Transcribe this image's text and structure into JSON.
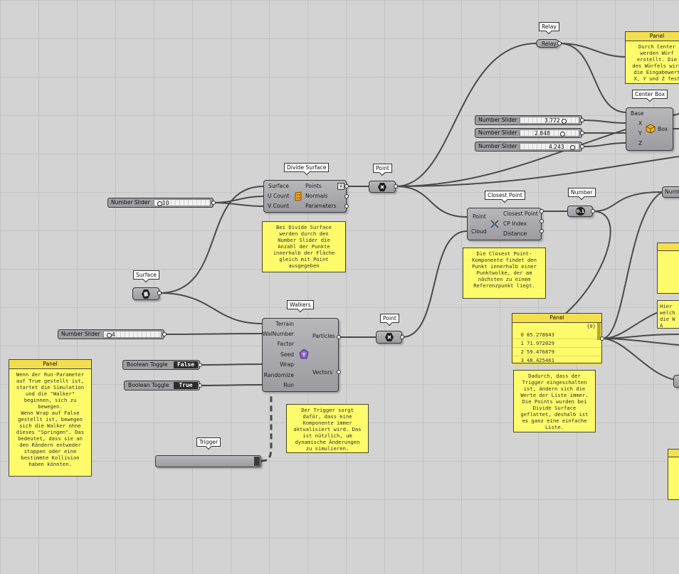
{
  "canvas": {
    "background": "#d3d3d3",
    "grid": "#c3c3c3",
    "wire": "#4a4a4a"
  },
  "relay": {
    "tag": "Relay",
    "label": "Relay"
  },
  "panel_top": {
    "title": "Panel",
    "text": "Durch Center\nwerden Würf\nerstellt. Die\ndes Würfels wird\ndie Eingabewert\nX, Y und Z fest"
  },
  "center_box": {
    "tag": "Center Box",
    "inputs": [
      "Base",
      "X",
      "Y",
      "Z"
    ],
    "output": "Box"
  },
  "sliders_xyz": [
    {
      "name": "Number Slider",
      "value": "3.772"
    },
    {
      "name": "Number Slider",
      "value": "2.848"
    },
    {
      "name": "Number Slider",
      "value": "4.243"
    }
  ],
  "divide_surface": {
    "tag": "Divide Surface",
    "inputs": [
      "Surface",
      "U Count",
      "V Count"
    ],
    "outputs": [
      "Points",
      "Normals",
      "Parameters"
    ]
  },
  "slider_count": {
    "name": "Number Slider",
    "value": "10"
  },
  "note_divide": {
    "text": "Bei Divide Surface\nwerden durch den\nNumber Slider die\nAnzahl der Punkte\ninnerhalb der Fläche\ngleich mit Point\nausgegeben"
  },
  "point_top": {
    "tag": "Point"
  },
  "closest_point": {
    "tag": "Closest Point",
    "inputs": [
      "Point",
      "Cloud"
    ],
    "outputs": [
      "Closest Point",
      "CP Index",
      "Distance"
    ]
  },
  "number": {
    "tag": "Number",
    "label": "0.1"
  },
  "right_edge_label": "Numb",
  "note_closest": {
    "text": "Die Closest Point-\nKomponente findet den\nPunkt innerhalb einer\nPunktwolke, der am\nnächsten zu einem\nReferenzpunkt liegt."
  },
  "surface": {
    "tag": "Surface"
  },
  "walkers": {
    "tag": "Walkers",
    "inputs": [
      "Terrain",
      "WalNumber",
      "Factor",
      "Seed",
      "Wrap",
      "Randomize",
      "Run"
    ],
    "outputs": [
      "Particles",
      "Vectors"
    ]
  },
  "slider_walkers": {
    "name": "Number Slider",
    "value": "4"
  },
  "toggle_wrap": {
    "name": "Boolean Toggle",
    "value": "False"
  },
  "toggle_run": {
    "name": "Boolean Toggle",
    "value": "True"
  },
  "point_bottom": {
    "tag": "Point"
  },
  "panel_list": {
    "title": "Panel",
    "header": "{0}",
    "rows": [
      {
        "index": "0",
        "value": "85.278643"
      },
      {
        "index": "1",
        "value": "71.972029"
      },
      {
        "index": "2",
        "value": "59.476879"
      },
      {
        "index": "3",
        "value": "48.425461"
      }
    ]
  },
  "note_list": {
    "text": "Dadurch, dass der\nTrigger eingeschalten\nist, ändern sich die\nWerte der Liste immer.\nDie Points wurden bei\nDivide Surface\ngeflattet, deshalb ist\nes ganz eine einfache\nListe."
  },
  "note_trigger": {
    "text": "Der Trigger sorgt\ndafür, dass eine\nKomponente immer\naktualisiert wird. Das\nist nützlich, um\ndynamische Änderungen\nzu simulieren."
  },
  "trigger": {
    "tag": "Trigger"
  },
  "panel_left": {
    "title": "Panel",
    "text": "Wenn der Run-Parameter\nauf True gestellt ist,\nstartet die Simulation\nund die \"Walker\"\nbeginnen, sich zu\nbewegen.\nWenn Wrap auf False\ngestellt ist, bewegen\nsich die Walker ohne\ndieses \"Springen\". Das\nbedeutet, dass sie an\nden Rändern entweder\nstoppen oder eine\nbestimmte Kollision\nhaben könnten."
  },
  "note_right": {
    "text": "Hier\nwelch\ndie W\nA"
  }
}
